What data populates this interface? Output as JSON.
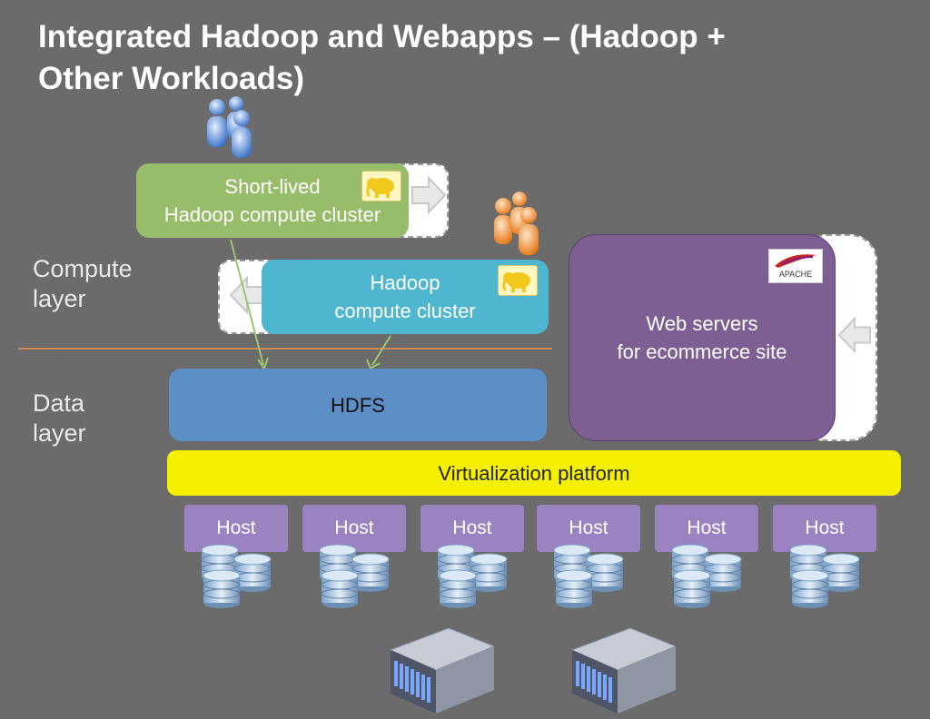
{
  "title": "Integrated Hadoop and Webapps – (Hadoop +\nOther Workloads)",
  "layers": {
    "compute_label": "Compute\nlayer",
    "data_label": "Data\nlayer"
  },
  "clusters": {
    "short_lived": "Short-lived\nHadoop compute cluster",
    "hadoop": "Hadoop\ncompute cluster",
    "web": "Web servers\nfor ecommerce site"
  },
  "hdfs_label": "HDFS",
  "virtualization_label": "Virtualization platform",
  "logos": {
    "apache": "APACHE"
  },
  "hosts": [
    "Host",
    "Host",
    "Host",
    "Host",
    "Host",
    "Host"
  ],
  "colors": {
    "background": "#6b6b6b",
    "short_lived": "#98bd6a",
    "hadoop": "#4fb6cf",
    "hdfs": "#5b8fc6",
    "web": "#7d5f93",
    "virtualization": "#f4f000",
    "host": "#9b83c2",
    "divider": "#c48a56"
  },
  "icons": [
    "users-blue-icon",
    "users-orange-icon",
    "hadoop-elephant-icon",
    "apache-feather-icon",
    "database-stack-icon",
    "server-icon",
    "arrow-right-icon",
    "arrow-left-icon"
  ]
}
